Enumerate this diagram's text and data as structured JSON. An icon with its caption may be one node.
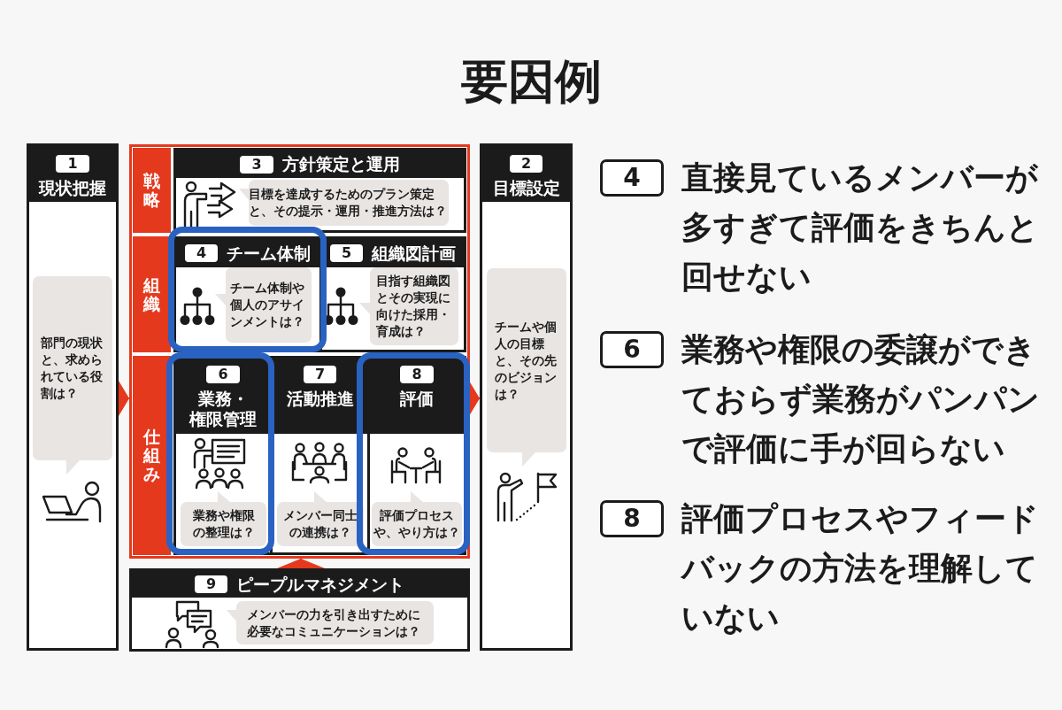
{
  "diagram": {
    "title": "要因例",
    "nodes": [
      {
        "text": [
          "1",
          "現状把握"
        ]
      },
      {
        "text": [
          "部門の現状と、求められている役割は？"
        ],
        "in": 0
      },
      {
        "text": [],
        "shape": "box"
      },
      {
        "text": [
          "戦略"
        ],
        "in": 2
      },
      {
        "text": [
          "3",
          "方針策定と運用"
        ],
        "in": 2
      },
      {
        "text": [
          "目標を達成するためのプラン策定と、その提示・運用・推進方法は？"
        ],
        "in": 4
      },
      {
        "text": [
          "組織"
        ],
        "in": 2
      },
      {
        "text": [
          "4",
          "チーム体制"
        ],
        "in": 2
      },
      {
        "text": [
          "チーム体制や個人のアサインメントは？"
        ],
        "in": 7
      },
      {
        "text": [
          "5",
          "組織図計画"
        ],
        "in": 2
      },
      {
        "text": [
          "目指す組織図とその実現に向けた採用・育成は？"
        ],
        "in": 9
      },
      {
        "text": [
          "仕組み"
        ],
        "in": 2
      },
      {
        "text": [
          "6",
          "業務・権限管理"
        ],
        "in": 2
      },
      {
        "text": [
          "業務や権限の整理は？"
        ],
        "in": 12
      },
      {
        "text": [
          "7",
          "活動推進"
        ],
        "in": 2
      },
      {
        "text": [
          "メンバー同士の連携は？"
        ],
        "in": 14
      },
      {
        "text": [
          "8",
          "評価"
        ],
        "in": 2
      },
      {
        "text": [
          "評価プロセスや、やり方は？"
        ],
        "in": 16
      },
      {
        "text": [
          "9",
          "ピープルマネジメント"
        ]
      },
      {
        "text": [
          "メンバーの力を引き出すために必要なコミュニケーションは？"
        ],
        "in": 18
      },
      {
        "text": [
          "2",
          "目標設定"
        ]
      },
      {
        "text": [
          "チームや個人の目標と、その先のビジョンは？"
        ],
        "in": 20
      },
      {
        "text": [
          "4"
        ],
        "beside": [
          "直接見ているメンバーが多すぎて評価をきちんと回せない"
        ]
      },
      {
        "text": [
          "6"
        ],
        "beside": [
          "業務や権限の委譲ができておらず業務がパンパンで評価に手が回らない"
        ]
      },
      {
        "text": [
          "8"
        ],
        "beside": [
          "評価プロセスやフィードバックの方法を理解していない"
        ]
      }
    ],
    "edges": [
      {
        "from": 0,
        "to": 2,
        "arrow": "to"
      },
      {
        "from": 2,
        "to": 20,
        "arrow": "to"
      },
      {
        "from": 18,
        "to": 2,
        "arrow": "to"
      }
    ]
  }
}
